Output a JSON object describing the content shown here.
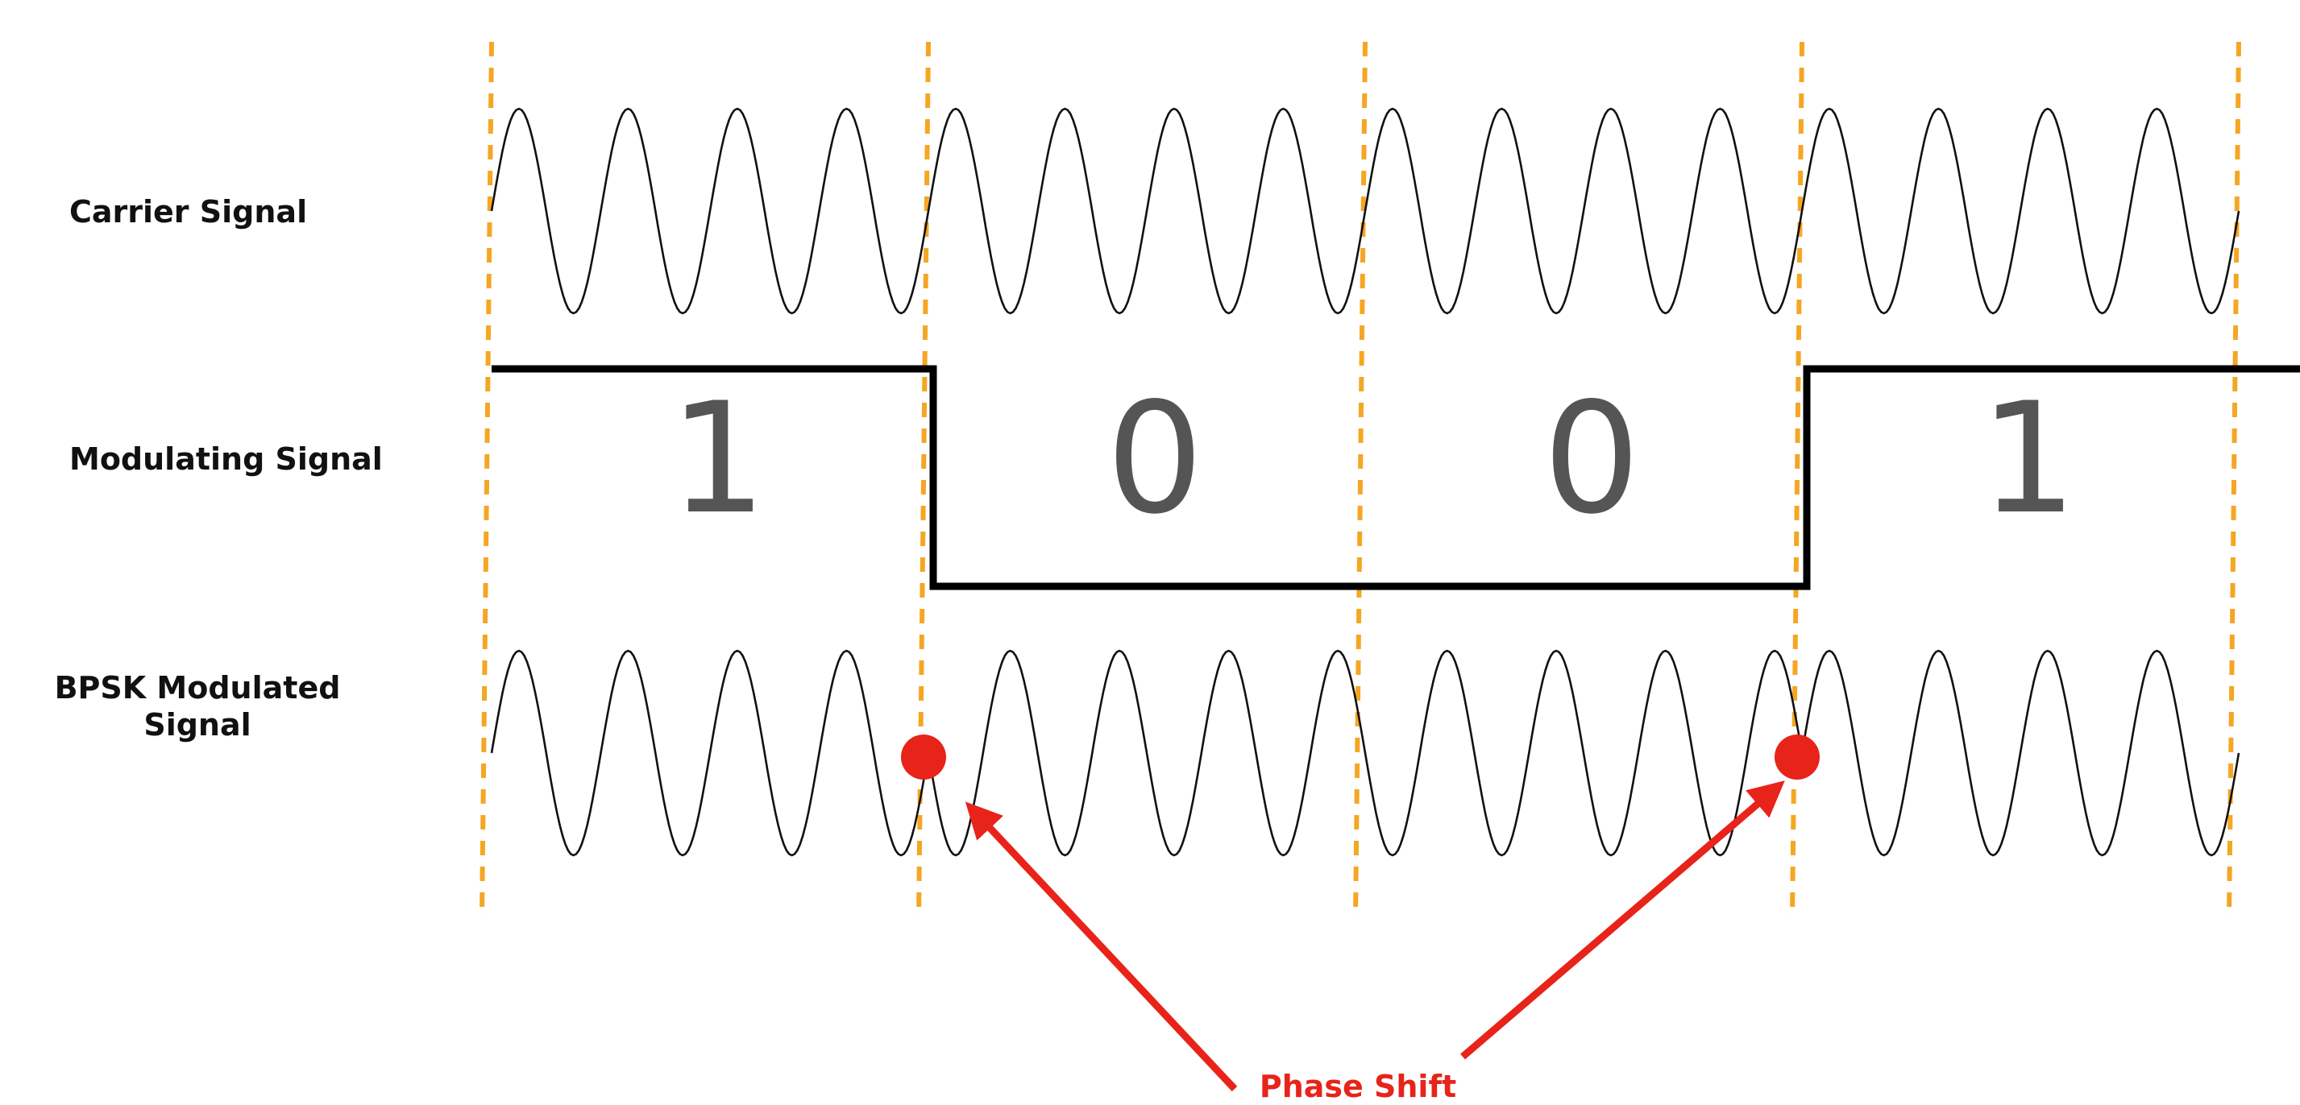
{
  "labels": {
    "carrier": "Carrier Signal",
    "modulating": "Modulating Signal",
    "bpsk_line1": "BPSK Modulated",
    "bpsk_line2": "Signal",
    "phase_shift": "Phase Shift"
  },
  "bits": [
    "1",
    "0",
    "0",
    "1"
  ],
  "cycles_per_bit": 4,
  "phase_shift_boundaries": [
    1,
    3
  ],
  "colors": {
    "wave": "#111111",
    "square": "#000000",
    "bit_text": "#555555",
    "divider": "#F5A623",
    "accent": "#E8231A"
  }
}
